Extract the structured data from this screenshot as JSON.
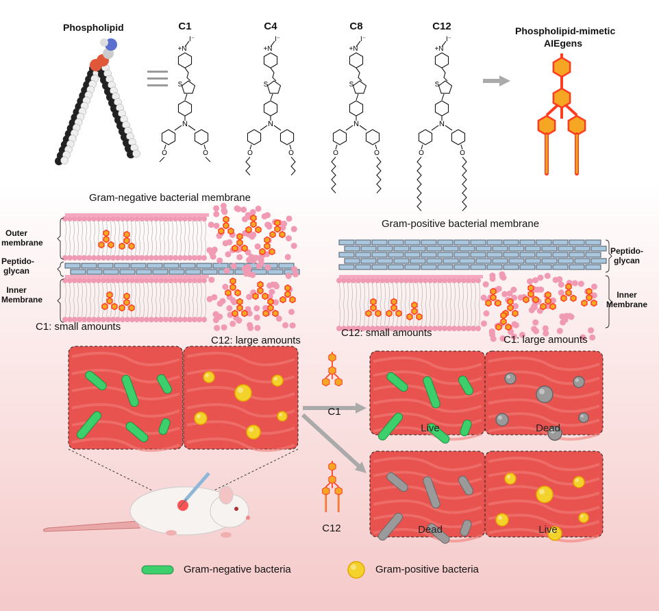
{
  "top": {
    "phospholipid_label": "Phospholipid",
    "equivalence_symbol": "≡",
    "compounds": [
      {
        "name": "C1",
        "chain_length": 1
      },
      {
        "name": "C4",
        "chain_length": 4
      },
      {
        "name": "C8",
        "chain_length": 8
      },
      {
        "name": "C12",
        "chain_length": 12
      }
    ],
    "atoms": {
      "pyridinium": "+N",
      "iodide": "I⁻",
      "sulfur": "S",
      "nitrogen": "N",
      "oxygen": "O"
    },
    "aiegens_label_line1": "Phospholipid-mimetic",
    "aiegens_label_line2": "AIEgens"
  },
  "membranes": {
    "gram_negative_title": "Gram-negative bacterial membrane",
    "gram_positive_title": "Gram-positive bacterial membrane",
    "outer_membrane": "Outer membrane",
    "peptidoglycan_left": "Peptido- glycan",
    "inner_membrane_left": "Inner Membrane",
    "peptidoglycan_right": "Peptido- glycan",
    "inner_membrane_right": "Inner Membrane",
    "neg_small": "C1: small amounts",
    "neg_large": "C12: large amounts",
    "pos_small": "C12: small amounts",
    "pos_large": "C1: large amounts"
  },
  "experiment": {
    "c1_label": "C1",
    "c12_label": "C12",
    "c1_results": {
      "negative": "Live",
      "positive": "Dead"
    },
    "c12_results": {
      "negative": "Dead",
      "positive": "Live"
    }
  },
  "legend": {
    "gram_negative": "Gram-negative bacteria",
    "gram_positive": "Gram-positive bacteria"
  },
  "colors": {
    "membrane_head": "#f09ab4",
    "peptidoglycan": "#a9c6dc",
    "aiegen": "#f5a623",
    "aiegen_glow": "#ff3b1f",
    "tissue": "#e8534f",
    "gram_negative": "#3ccf6b",
    "gram_positive": "#f2d22b",
    "dead": "#9a9a9a"
  }
}
